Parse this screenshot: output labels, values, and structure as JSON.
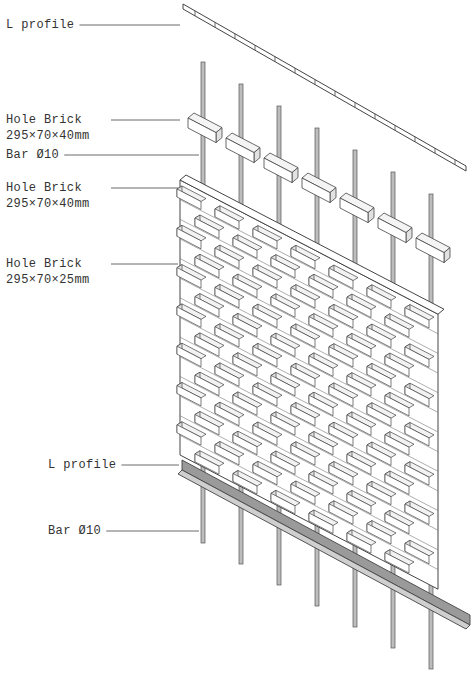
{
  "diagram": {
    "labels": [
      "L profile",
      "Hole Brick 295×70×40mm",
      "Bar Ø10",
      "Hole Brick 295×70×40mm",
      "Hole Brick 295×70×25mm",
      "L profile",
      "Bar Ø10"
    ]
  }
}
